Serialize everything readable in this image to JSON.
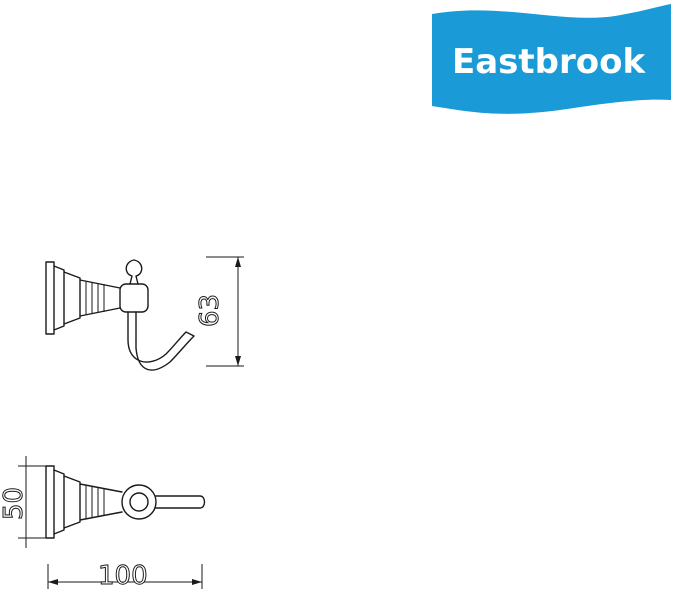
{
  "brand": {
    "name": "Eastbrook",
    "color": "#1a9bd7"
  },
  "dimensions": {
    "height": "63",
    "width": "100",
    "depth": "50"
  }
}
